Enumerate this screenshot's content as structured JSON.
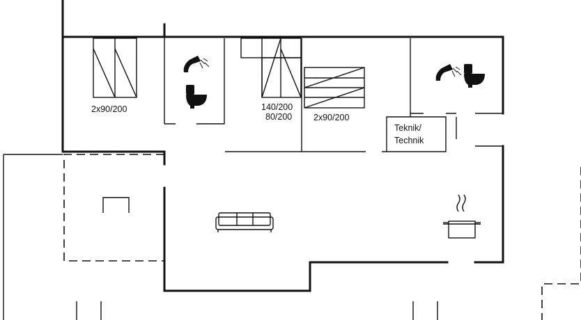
{
  "floorplan": {
    "labels": {
      "bed_left": "2x90/200",
      "bed_stair_1": "140/200",
      "bed_stair_2": "80/200",
      "bed_right": "2x90/200",
      "technik_1": "Teknik/",
      "technik_2": "Technik"
    },
    "icons": [
      "bed-icon",
      "shower-icon",
      "toilet-icon",
      "staircase-icon",
      "sofa-icon",
      "cooking-pot-icon",
      "fireplace-icon"
    ]
  }
}
